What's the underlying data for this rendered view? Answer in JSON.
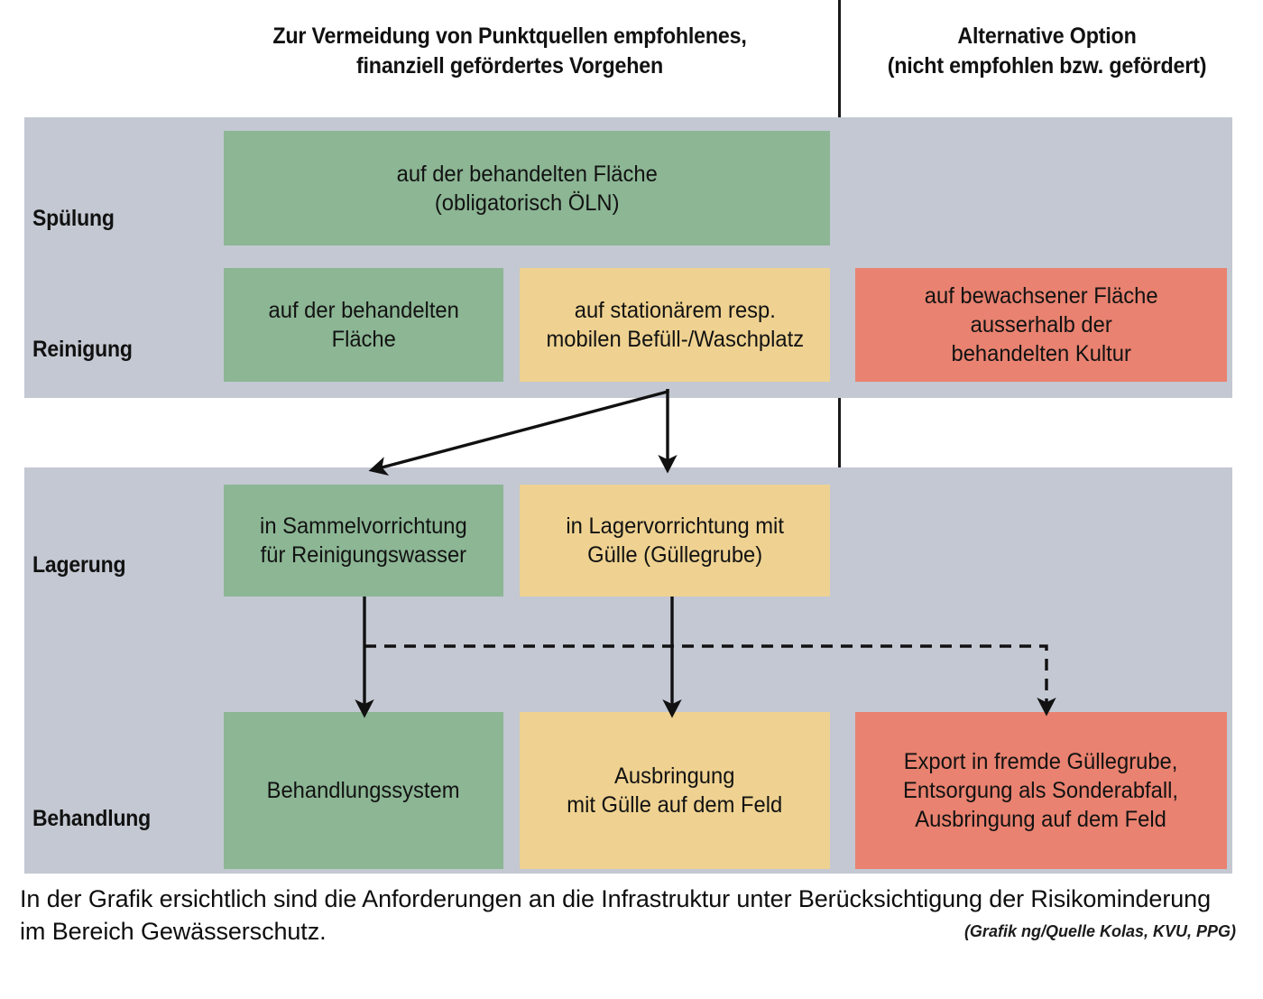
{
  "headers": {
    "left": "Zur Vermeidung von Punktquellen empfohlenes,\nfinanziell gefördertes Vorgehen",
    "left_line1": "Zur Vermeidung von Punktquellen empfohlenes,",
    "left_line2": "finanziell gefördertes Vorgehen",
    "right_line1": "Alternative Option",
    "right_line2": "(nicht empfohlen bzw. gefördert)"
  },
  "rows": {
    "spuelung": "Spülung",
    "reinigung": "Reinigung",
    "lagerung": "Lagerung",
    "behandlung": "Behandlung"
  },
  "boxes": {
    "spuelung_green": "auf der behandelten Fläche\n(obligatorisch ÖLN)",
    "reinigung_green": "auf der behandelten\nFläche",
    "reinigung_yellow": "auf stationärem resp.\nmobilen Befüll-/Waschplatz",
    "reinigung_red": "auf bewachsener Fläche\nausserhalb der\nbehandelten Kultur",
    "lagerung_green": "in Sammelvorrichtung\nfür Reinigungswasser",
    "lagerung_yellow": "in Lagervorrichtung mit\nGülle (Güllegrube)",
    "behandlung_green": "Behandlungssystem",
    "behandlung_yellow": "Ausbringung\nmit Gülle auf dem Feld",
    "behandlung_red": "Export in fremde Güllegrube,\nEntsorgung als Sonderabfall,\nAusbringung auf dem Feld"
  },
  "caption": {
    "text": "In der Grafik ersichtlich sind die Anforderungen an die Infrastruktur unter Berücksichtigung der Risikominderung im Bereich Gewässerschutz.",
    "credit": "(Grafik ng/Quelle Kolas, KVU, PPG)"
  },
  "colors": {
    "green": "#8cb694",
    "yellow": "#efd291",
    "red": "#e98270",
    "band_gray": "#c3c8d2",
    "line": "#111111",
    "background": "#ffffff"
  },
  "chart_data": {
    "type": "diagram",
    "title": "Anforderungen an die Infrastruktur – Risikominderung Gewässerschutz",
    "columns": [
      {
        "id": "label",
        "header": ""
      },
      {
        "id": "recommended",
        "header": "Zur Vermeidung von Punktquellen empfohlenes, finanziell gefördertes Vorgehen"
      },
      {
        "id": "alternative",
        "header": "Alternative Option (nicht empfohlen bzw. gefördert)"
      }
    ],
    "stages": [
      {
        "name": "Spülung",
        "nodes": [
          {
            "text": "auf der behandelten Fläche (obligatorisch ÖLN)",
            "color": "green",
            "column": "recommended"
          }
        ]
      },
      {
        "name": "Reinigung",
        "nodes": [
          {
            "text": "auf der behandelten Fläche",
            "color": "green",
            "column": "recommended"
          },
          {
            "text": "auf stationärem resp. mobilen Befüll-/Waschplatz",
            "color": "yellow",
            "column": "recommended"
          },
          {
            "text": "auf bewachsener Fläche ausserhalb der behandelten Kultur",
            "color": "red",
            "column": "alternative"
          }
        ]
      },
      {
        "name": "Lagerung",
        "nodes": [
          {
            "text": "in Sammelvorrichtung für Reinigungswasser",
            "color": "green",
            "column": "recommended"
          },
          {
            "text": "in Lagervorrichtung mit Gülle (Güllegrube)",
            "color": "yellow",
            "column": "recommended"
          }
        ]
      },
      {
        "name": "Behandlung",
        "nodes": [
          {
            "text": "Behandlungssystem",
            "color": "green",
            "column": "recommended"
          },
          {
            "text": "Ausbringung mit Gülle auf dem Feld",
            "color": "yellow",
            "column": "recommended"
          },
          {
            "text": "Export in fremde Güllegrube, Entsorgung als Sonderabfall, Ausbringung auf dem Feld",
            "color": "red",
            "column": "alternative"
          }
        ]
      }
    ],
    "edges": [
      {
        "from": "Reinigung: auf stationärem resp. mobilen Befüll-/Waschplatz",
        "to": "Lagerung: in Sammelvorrichtung für Reinigungswasser",
        "style": "solid"
      },
      {
        "from": "Reinigung: auf stationärem resp. mobilen Befüll-/Waschplatz",
        "to": "Lagerung: in Lagervorrichtung mit Gülle (Güllegrube)",
        "style": "solid"
      },
      {
        "from": "Lagerung: in Sammelvorrichtung für Reinigungswasser",
        "to": "Behandlung: Behandlungssystem",
        "style": "solid"
      },
      {
        "from": "Lagerung: in Lagervorrichtung mit Gülle (Güllegrube)",
        "to": "Behandlung: Ausbringung mit Gülle auf dem Feld",
        "style": "solid"
      },
      {
        "from": "Lagerung: in Sammelvorrichtung für Reinigungswasser",
        "to": "Behandlung: Export in fremde Güllegrube, Entsorgung als Sonderabfall, Ausbringung auf dem Feld",
        "style": "dashed"
      }
    ]
  }
}
